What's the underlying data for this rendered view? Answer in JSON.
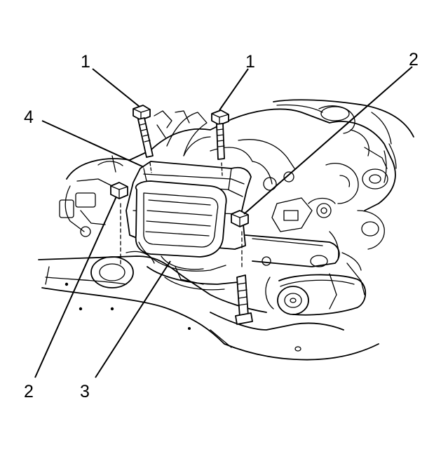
{
  "callouts": {
    "c1a": "1",
    "c1b": "1",
    "c2a": "2",
    "c2b": "2",
    "c3": "3",
    "c4": "4"
  },
  "colors": {
    "line": "#000000",
    "background": "#ffffff"
  }
}
